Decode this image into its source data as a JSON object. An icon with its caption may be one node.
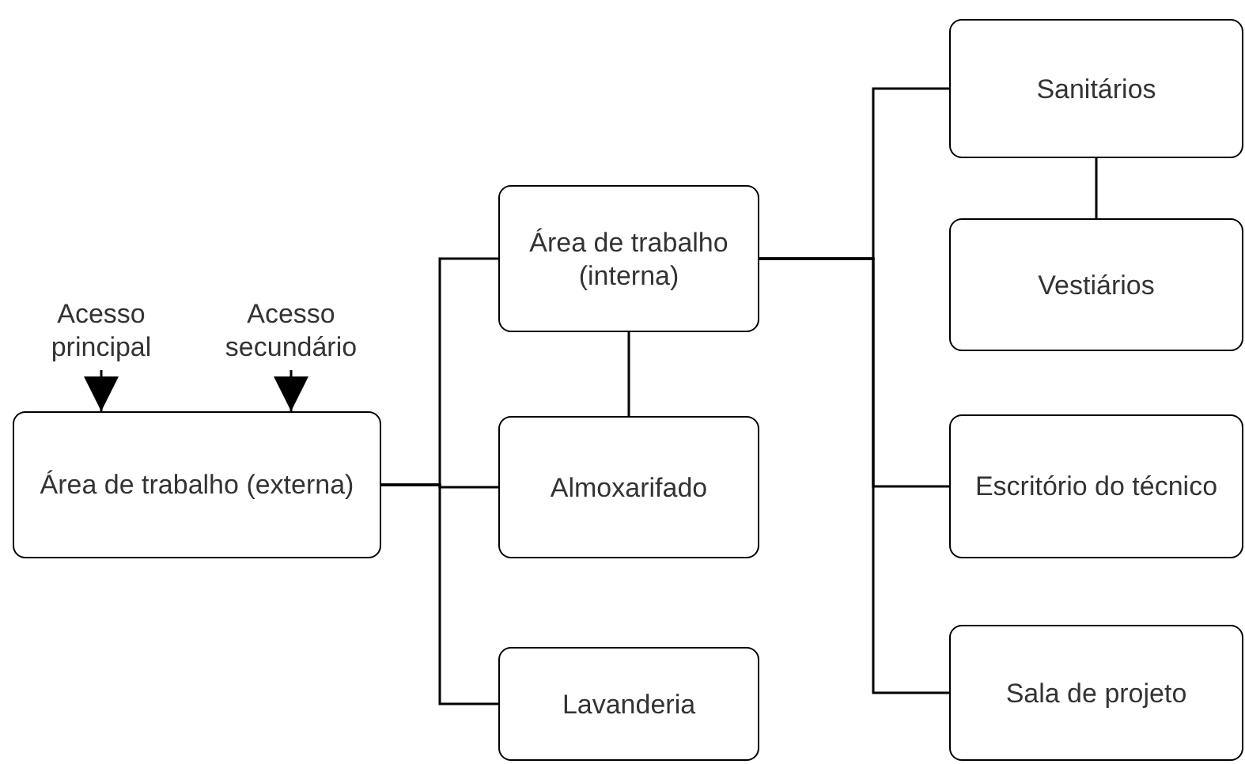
{
  "diagram": {
    "nodes": [
      {
        "text": [
          "Área de trabalho (externa)"
        ]
      },
      {
        "text": [
          "Área de trabalho (interna)"
        ]
      },
      {
        "text": [
          "Almoxarifado"
        ]
      },
      {
        "text": [
          "Lavanderia"
        ]
      },
      {
        "text": [
          "Sanitários"
        ]
      },
      {
        "text": [
          "Vestiários"
        ]
      },
      {
        "text": [
          "Escritório do técnico"
        ]
      },
      {
        "text": [
          "Sala de projeto"
        ]
      },
      {
        "text": [
          "Acesso principal"
        ]
      },
      {
        "text": [
          "Acesso secundário"
        ]
      }
    ],
    "edges": [
      {
        "from": 0,
        "to": 1,
        "arrow": "none"
      },
      {
        "from": 0,
        "to": 2,
        "arrow": "none"
      },
      {
        "from": 0,
        "to": 3,
        "arrow": "none"
      },
      {
        "from": 1,
        "to": 2,
        "arrow": "none"
      },
      {
        "from": 1,
        "to": 4,
        "arrow": "none"
      },
      {
        "from": 1,
        "to": 6,
        "arrow": "none"
      },
      {
        "from": 1,
        "to": 7,
        "arrow": "none"
      },
      {
        "from": 4,
        "to": 5,
        "arrow": "none"
      },
      {
        "from": 8,
        "to": 0,
        "arrow": "to"
      },
      {
        "from": 9,
        "to": 0,
        "arrow": "to"
      }
    ]
  }
}
